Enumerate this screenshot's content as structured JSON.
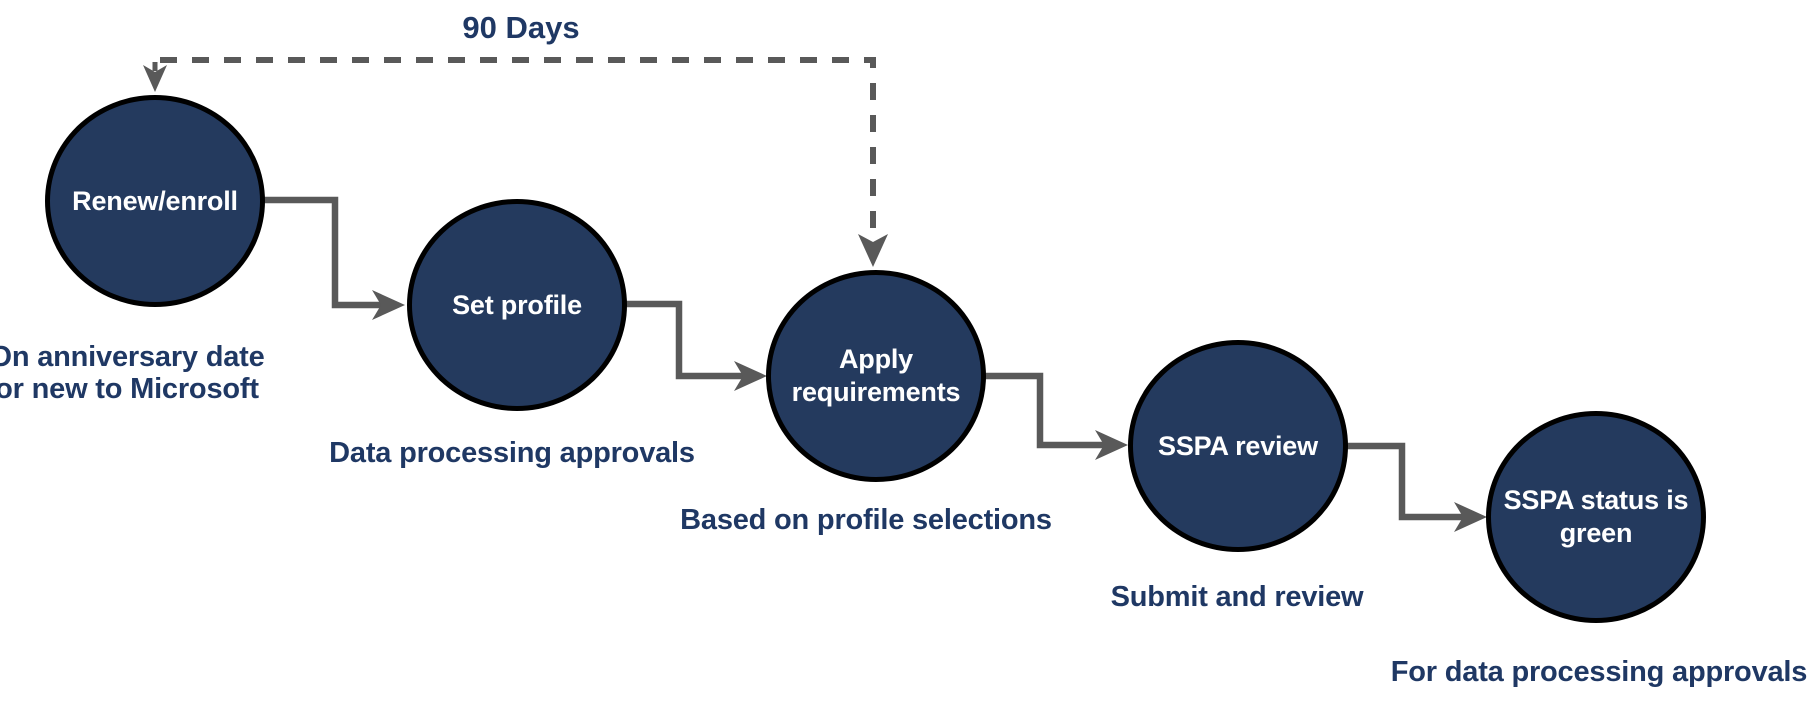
{
  "diagram": {
    "loop_label": "90 Days",
    "colors": {
      "node-fill": "#243A5E",
      "node-border": "#000000",
      "node-text": "#FFFFFF",
      "caption-text": "#1F3864",
      "connector": "#595959",
      "background": "#FFFFFF"
    },
    "steps": [
      {
        "id": "renew-enroll",
        "label": "Renew/enroll",
        "lines": [
          "Renew/enroll"
        ],
        "caption": "On anniversary date or new to Microsoft",
        "caption_lines": [
          "On anniversary date",
          "or new to Microsoft"
        ]
      },
      {
        "id": "set-profile",
        "label": "Set profile",
        "lines": [
          "Set profile"
        ],
        "caption": "Data processing approvals",
        "caption_lines": [
          "Data processing approvals"
        ]
      },
      {
        "id": "apply-requirements",
        "label": "Apply requirements",
        "lines": [
          "Apply",
          "requirements"
        ],
        "caption": "Based on profile selections",
        "caption_lines": [
          "Based on profile selections"
        ]
      },
      {
        "id": "sspa-review",
        "label": "SSPA review",
        "lines": [
          "SSPA review"
        ],
        "caption": "Submit and review",
        "caption_lines": [
          "Submit and review"
        ]
      },
      {
        "id": "sspa-status-green",
        "label": "SSPA status is green",
        "lines": [
          "SSPA status is",
          "green"
        ],
        "caption": "For data processing approvals",
        "caption_lines": [
          "For data processing approvals"
        ]
      }
    ]
  }
}
